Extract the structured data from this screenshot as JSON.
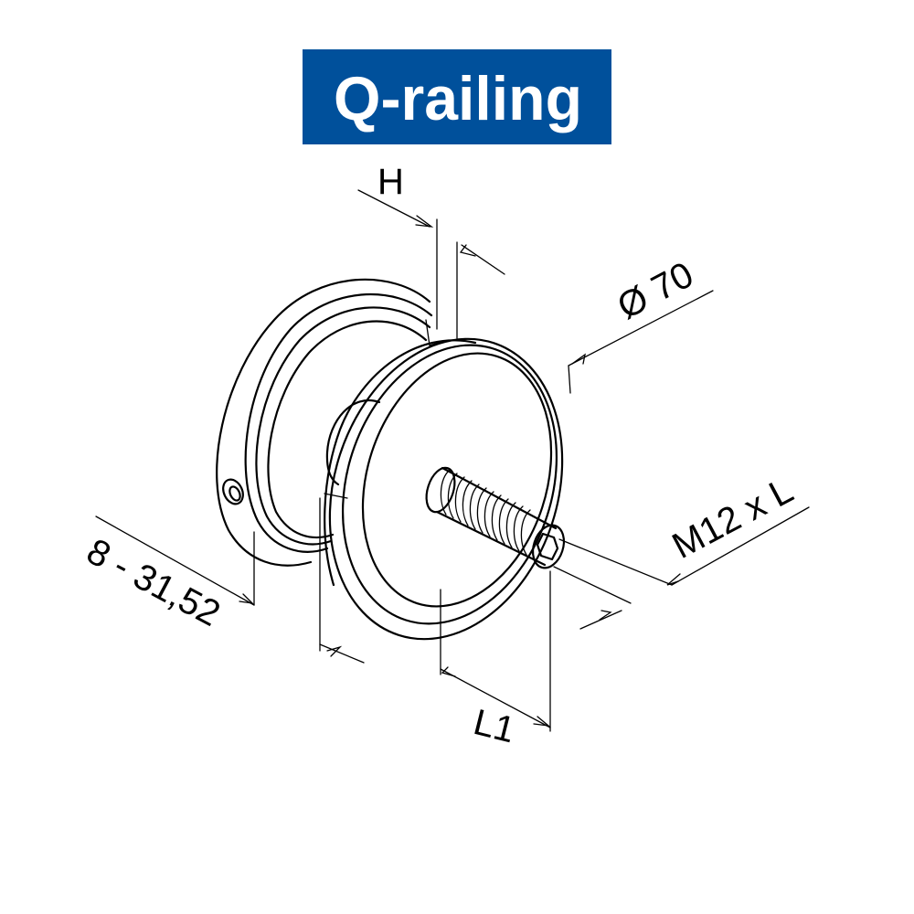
{
  "logo": {
    "text": "Q-railing",
    "background": "#00509b",
    "foreground": "#ffffff"
  },
  "dimensions": {
    "h": "H",
    "diameter": "Ø 70",
    "thread": "M12 x L",
    "thickness": "8 - 31,52",
    "l1": "L1"
  },
  "colors": {
    "line": "#000000",
    "background": "#ffffff"
  }
}
